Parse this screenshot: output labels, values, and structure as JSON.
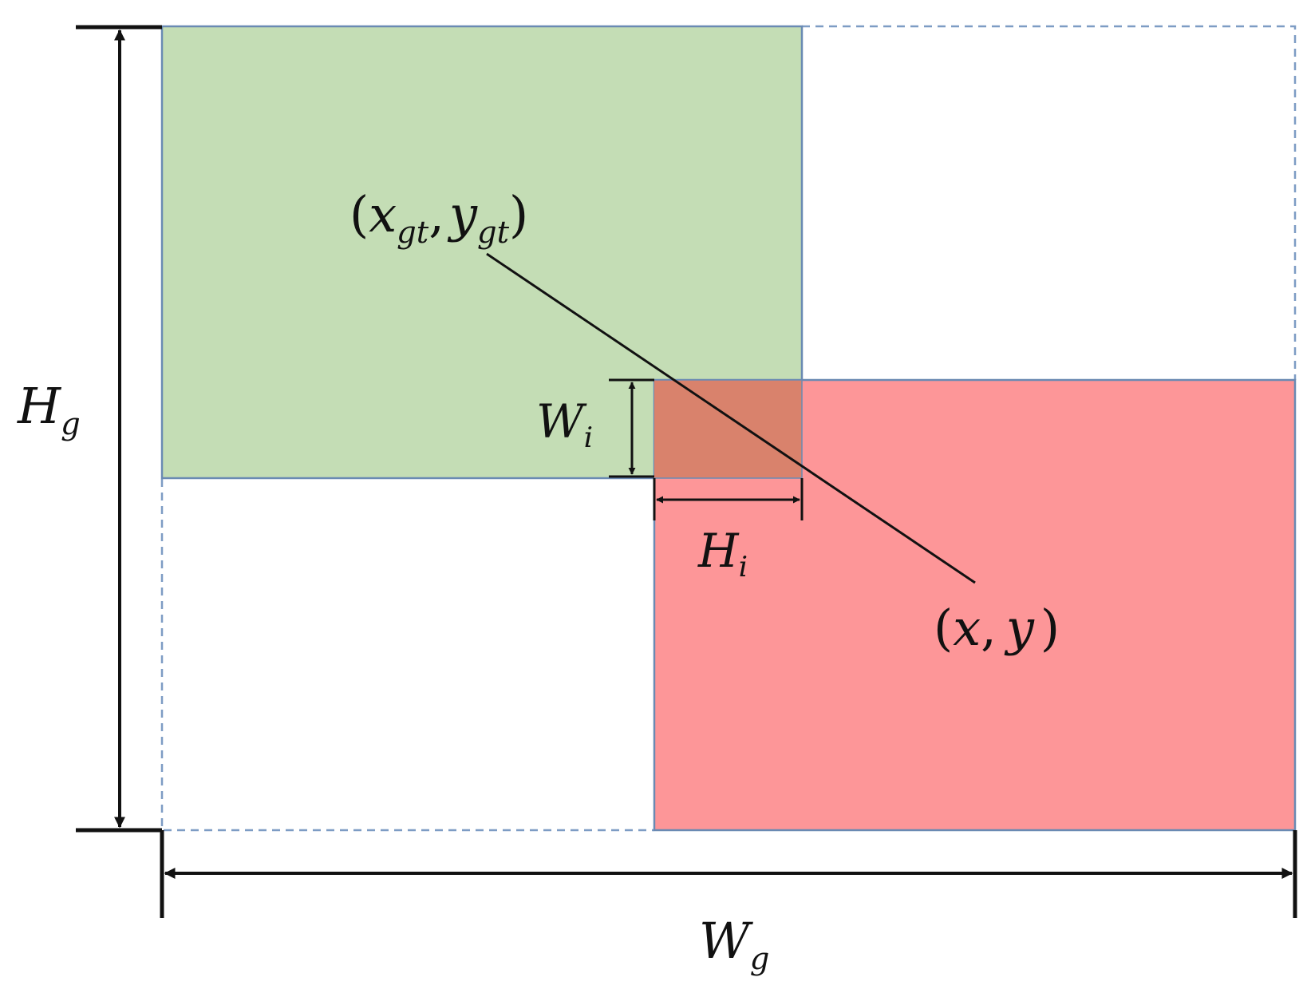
{
  "labels": {
    "h_g": {
      "main": "H",
      "sub": "g"
    },
    "w_g": {
      "main": "W",
      "sub": "g"
    },
    "w_i": {
      "main": "W",
      "sub": "i"
    },
    "h_i": {
      "main": "H",
      "sub": "i"
    },
    "gt_center": {
      "open": "(",
      "x": "x",
      "x_sub": "gt",
      "comma": ",",
      "y": "y",
      "y_sub": "gt",
      "close": ")"
    },
    "pred_center": {
      "open": "(",
      "x": "x",
      "comma": ",",
      "y": "y",
      "close": ")"
    }
  },
  "colors": {
    "ground_truth_fill": "#c4ddb5",
    "prediction_fill": "#fd9698",
    "overlap_fill": "#d9826c",
    "box_border": "#6a8ab3",
    "dashed_border": "#7d9cc4",
    "line": "#111111"
  }
}
